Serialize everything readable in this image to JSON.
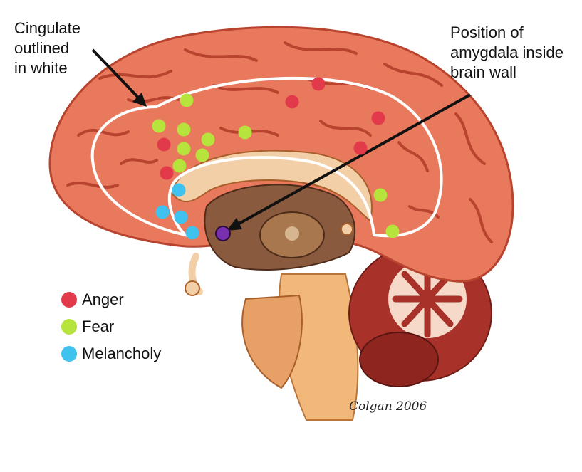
{
  "annotations": {
    "cingulate": [
      "Cingulate",
      "outlined",
      "in white"
    ],
    "amygdala": [
      "Position of",
      "amygdala inside",
      "brain wall"
    ]
  },
  "legend": [
    {
      "label": "Anger",
      "color": "#e23a4a"
    },
    {
      "label": "Fear",
      "color": "#b6e33c"
    },
    {
      "label": "Melancholy",
      "color": "#3fc3ee"
    }
  ],
  "amygdala_marker_color": "#7a2fae",
  "credit": "Colgan 2006",
  "colors": {
    "cortex": "#e9795c",
    "cortex_dark": "#b8432e",
    "cingulate_outline": "#ffffff",
    "brainstem": "#f2b87a",
    "thalamus": "#8a5a3e",
    "cerebellum": "#a8322a"
  }
}
